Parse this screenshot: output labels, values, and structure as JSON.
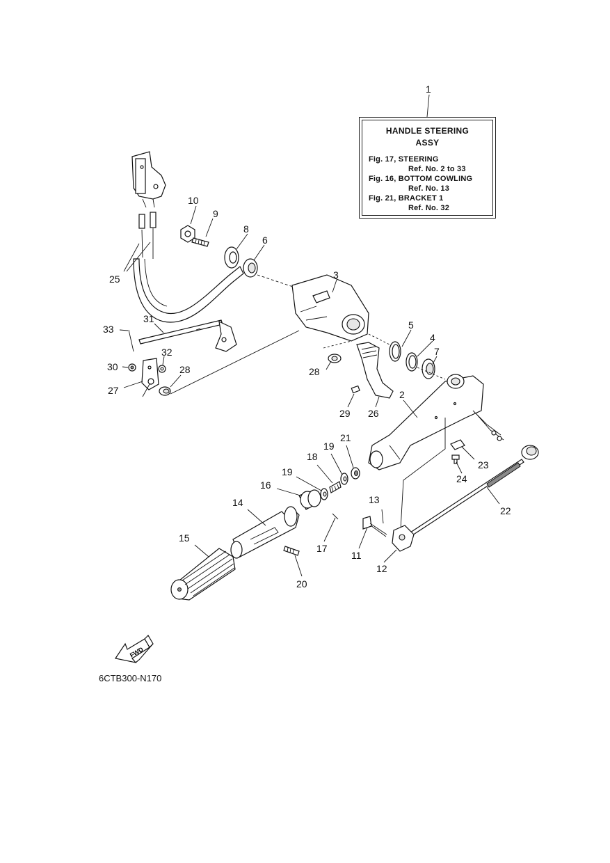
{
  "info_box": {
    "title_line1": "HANDLE STEERING",
    "title_line2": "ASSY",
    "refs": [
      {
        "fig": "Fig. 17, STEERING",
        "ref": "Ref. No. 2 to 33"
      },
      {
        "fig": "Fig. 16, BOTTOM COWLING",
        "ref": "Ref. No. 13"
      },
      {
        "fig": "Fig. 21, BRACKET 1",
        "ref": "Ref. No. 32"
      }
    ]
  },
  "callouts": {
    "c1": "1",
    "c2": "2",
    "c3": "3",
    "c4": "4",
    "c5": "5",
    "c6": "6",
    "c7": "7",
    "c8": "8",
    "c9": "9",
    "c10": "10",
    "c11": "11",
    "c12": "12",
    "c13": "13",
    "c14": "14",
    "c15": "15",
    "c16": "16",
    "c17": "17",
    "c18": "18",
    "c19a": "19",
    "c19b": "19",
    "c20": "20",
    "c21": "21",
    "c22": "22",
    "c23": "23",
    "c24": "24",
    "c25": "25",
    "c26": "26",
    "c27": "27",
    "c28a": "28",
    "c28b": "28",
    "c29": "29",
    "c30": "30",
    "c31": "31",
    "c32": "32",
    "c33": "33"
  },
  "fwd_label": "FWD",
  "figure_code": "6CTB300-N170"
}
